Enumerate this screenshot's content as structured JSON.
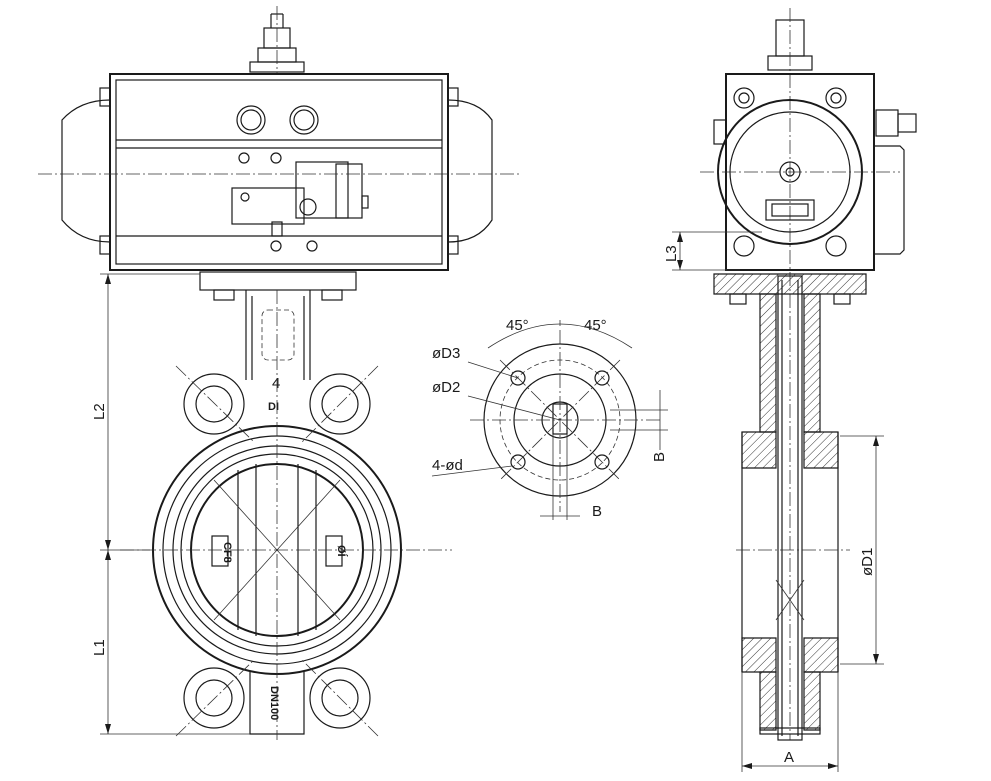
{
  "labels": {
    "angle_left": "45°",
    "angle_right": "45°",
    "d3": "øD3",
    "d2": "øD2",
    "holes": "4-ød",
    "b_bottom": "B",
    "b_side": "B",
    "l2": "L2",
    "l1": "L1",
    "l3": "L3",
    "d1": "øD1",
    "a": "A",
    "body_mark_4": "4",
    "body_mark_di": "DI",
    "body_mark_dn": "DN100",
    "disc_left": "CF8",
    "disc_right": "ØÍ"
  }
}
